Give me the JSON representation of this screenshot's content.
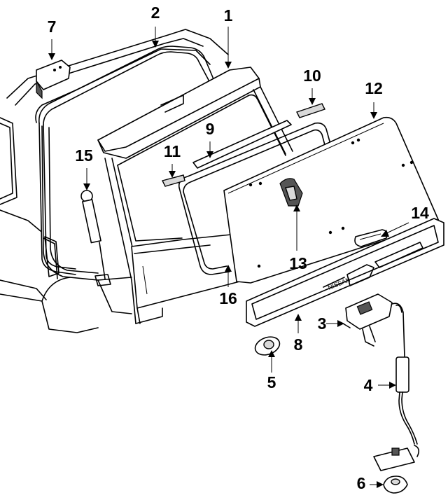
{
  "diagram": {
    "emblem_text": "NISSAN",
    "callouts": [
      {
        "id": "c1",
        "label": "1"
      },
      {
        "id": "c2",
        "label": "2"
      },
      {
        "id": "c3",
        "label": "3"
      },
      {
        "id": "c4",
        "label": "4"
      },
      {
        "id": "c5",
        "label": "5"
      },
      {
        "id": "c6",
        "label": "6"
      },
      {
        "id": "c7",
        "label": "7"
      },
      {
        "id": "c8",
        "label": "8"
      },
      {
        "id": "c9",
        "label": "9"
      },
      {
        "id": "c10",
        "label": "10"
      },
      {
        "id": "c11",
        "label": "11"
      },
      {
        "id": "c12",
        "label": "12"
      },
      {
        "id": "c13",
        "label": "13"
      },
      {
        "id": "c14",
        "label": "14"
      },
      {
        "id": "c15",
        "label": "15"
      },
      {
        "id": "c16",
        "label": "16"
      }
    ]
  }
}
